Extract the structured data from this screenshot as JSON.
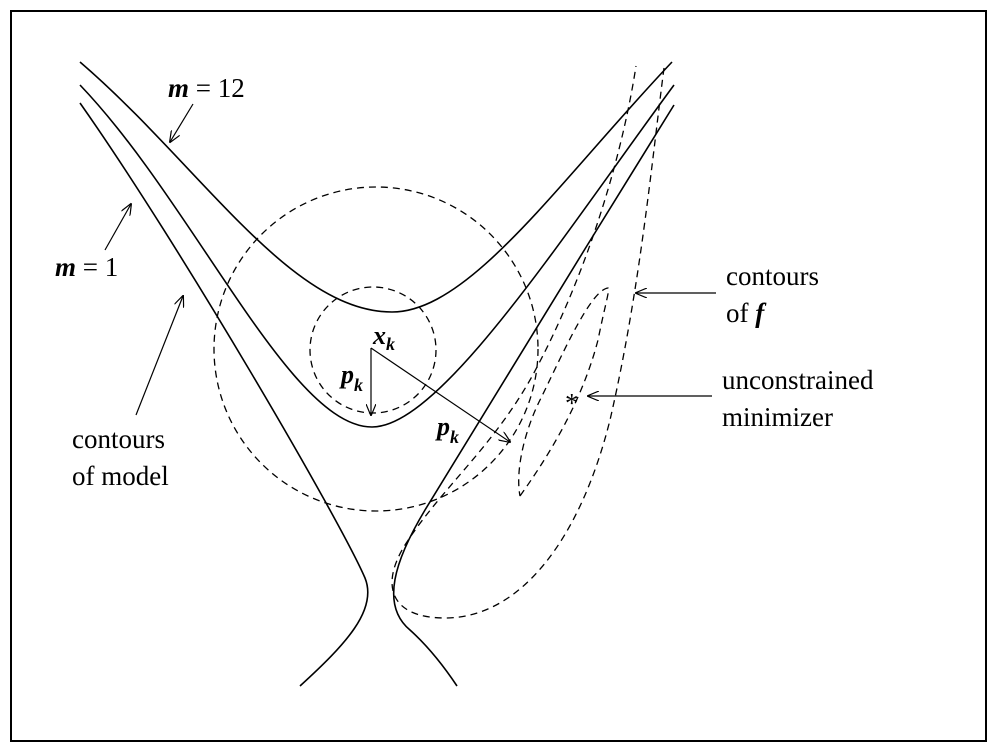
{
  "labels": {
    "m12": {
      "var": "m",
      "eq": " = 12"
    },
    "m1": {
      "var": "m",
      "eq": " = 1"
    },
    "contours_of_model": [
      "contours",
      "of model"
    ],
    "contours_of_f": {
      "line1": "contours",
      "line2_prefix": "of ",
      "line2_var": "f"
    },
    "unconstrained_minimizer": [
      "unconstrained",
      "minimizer"
    ],
    "xk": {
      "var": "x",
      "sub": "k"
    },
    "pk_short": {
      "var": "p",
      "sub": "k"
    },
    "pk_long": {
      "var": "p",
      "sub": "k"
    },
    "minimizer_mark": "*"
  }
}
